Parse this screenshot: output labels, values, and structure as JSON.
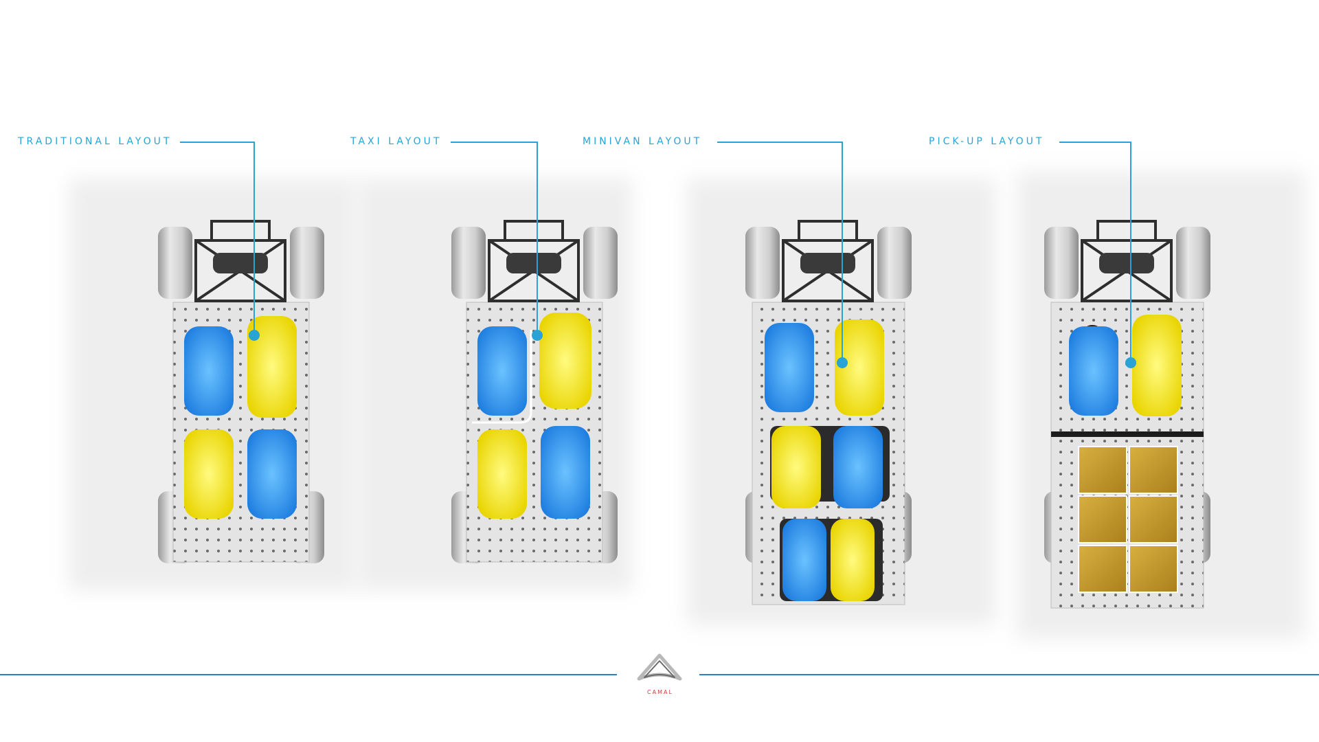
{
  "layouts": [
    {
      "label": "TRADITIONAL LAYOUT"
    },
    {
      "label": "TAXI LAYOUT"
    },
    {
      "label": "MINIVAN LAYOUT"
    },
    {
      "label": "PICK-UP LAYOUT"
    }
  ],
  "logo": {
    "text": "CAMAL"
  },
  "colors": {
    "accent": "#29a3d6",
    "driver": "#2f8fe8",
    "passenger": "#f2e213",
    "cargo": "#c9a02c",
    "footer_line": "#2a7fc4"
  }
}
